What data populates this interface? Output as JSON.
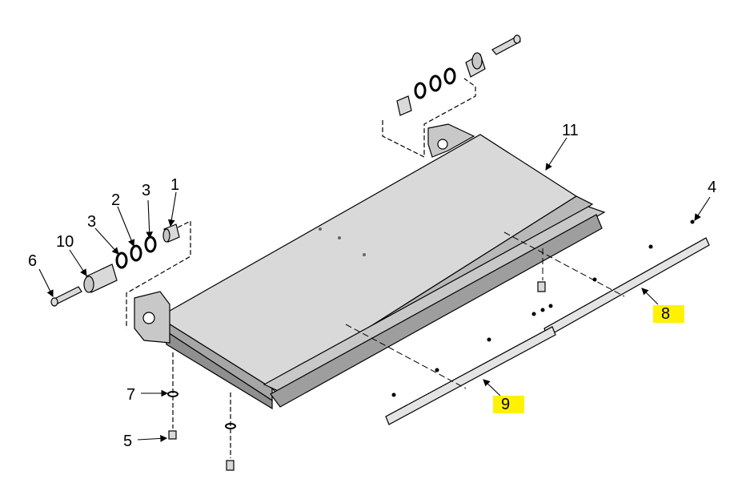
{
  "diagram": {
    "callouts": [
      {
        "id": "c1",
        "label": "1"
      },
      {
        "id": "c2",
        "label": "2"
      },
      {
        "id": "c3a",
        "label": "3"
      },
      {
        "id": "c3b",
        "label": "3"
      },
      {
        "id": "c4",
        "label": "4"
      },
      {
        "id": "c5",
        "label": "5"
      },
      {
        "id": "c6",
        "label": "6"
      },
      {
        "id": "c7",
        "label": "7"
      },
      {
        "id": "c8",
        "label": "8",
        "highlight": "#fff200"
      },
      {
        "id": "c9",
        "label": "9",
        "highlight": "#fff200"
      },
      {
        "id": "c10",
        "label": "10"
      },
      {
        "id": "c11",
        "label": "11"
      }
    ],
    "colors": {
      "part_fill": "#d9d9d9",
      "part_dark": "#a6a6a6",
      "outline": "#000000",
      "highlight": "#fff200"
    }
  }
}
